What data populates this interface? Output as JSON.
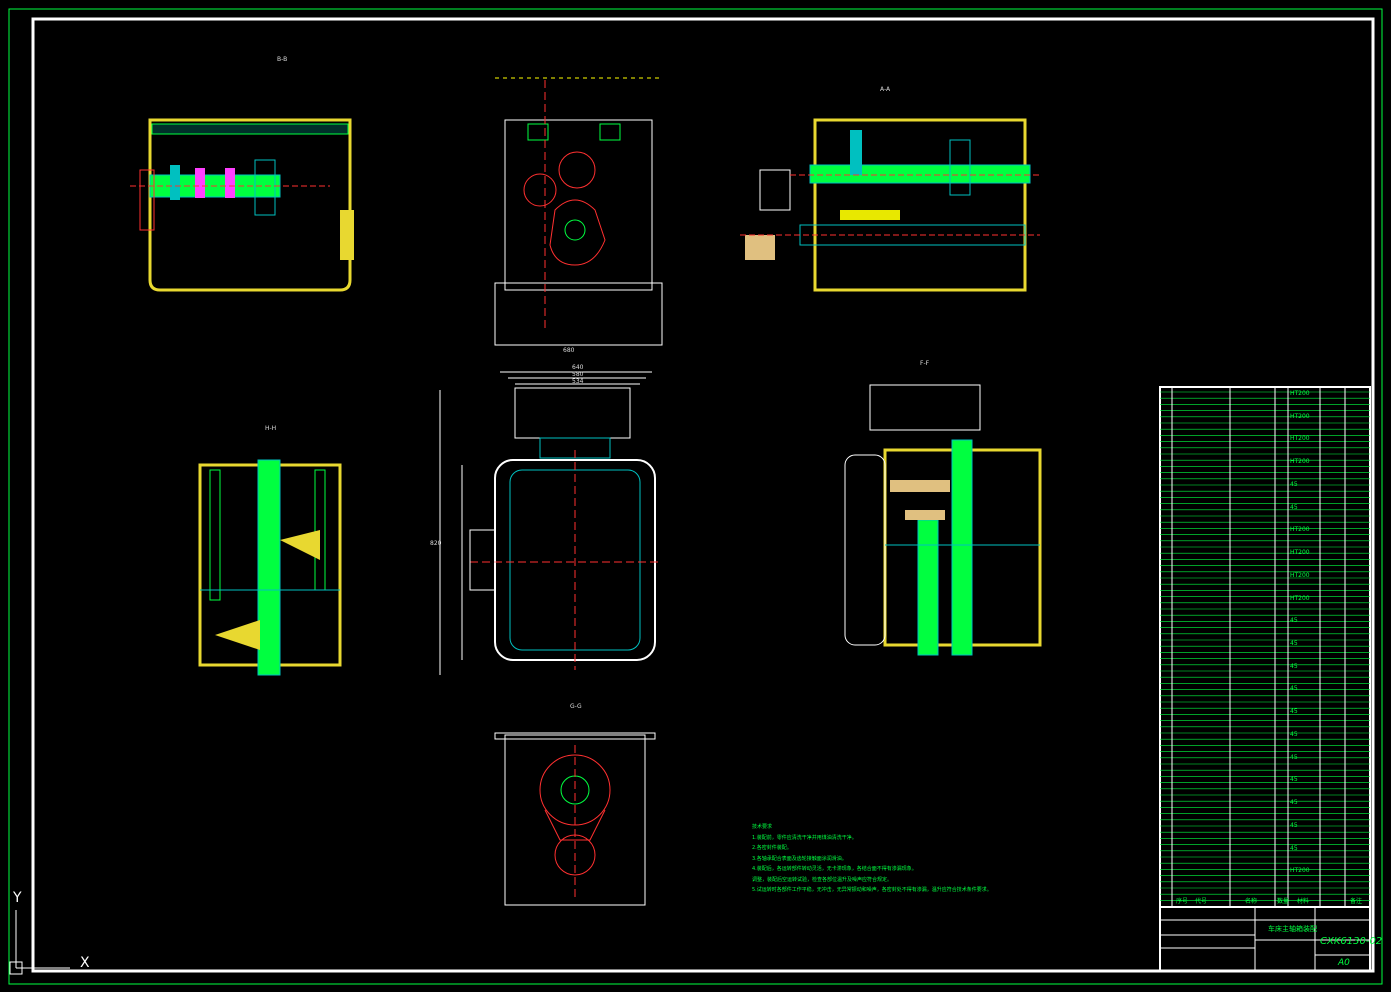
{
  "drawing": {
    "number": "CXK6130-02",
    "sheet_size": "A0",
    "title": "车床主轴箱装配"
  },
  "views": {
    "B": "B-B",
    "A": "A-A",
    "H": "H-H",
    "F": "F-F",
    "G": "G-G"
  },
  "dims": {
    "width_bottom": "680",
    "top_a": "640",
    "top_b": "580",
    "top_c": "534",
    "left_height": "820"
  },
  "bom_materials": [
    "HT200",
    "HT200",
    "HT200",
    "HT200",
    "45",
    "45",
    "HT200",
    "HT200",
    "HT200",
    "HT200",
    "45",
    "45",
    "45",
    "45",
    "45",
    "45",
    "45",
    "45",
    "45",
    "45",
    "45",
    "HT200"
  ],
  "notes_title": "技术要求",
  "notes": [
    "1.装配前，零件应清洗干净并用煤油清洗干净。",
    "2.各密封件装配。",
    "3.各轴承配合表面及齿轮接触面涂润滑油。",
    "4.装配后，各运转部件转动灵活，无卡滞现象，各结合面不得有渗漏现象。",
    "  调整，装配后空运转试验，检查各部位温升及噪声应符合规定。",
    "5.试运转时各部件工作平稳，无冲击，无异常振动和噪声，各密封处不得有渗漏，温升应符合技术条件要求。"
  ],
  "title_block": {
    "cols": [
      "序号",
      "代号",
      "名称",
      "数量",
      "材料",
      "备注"
    ]
  },
  "ucs": {
    "y": "Y",
    "x": "X"
  }
}
